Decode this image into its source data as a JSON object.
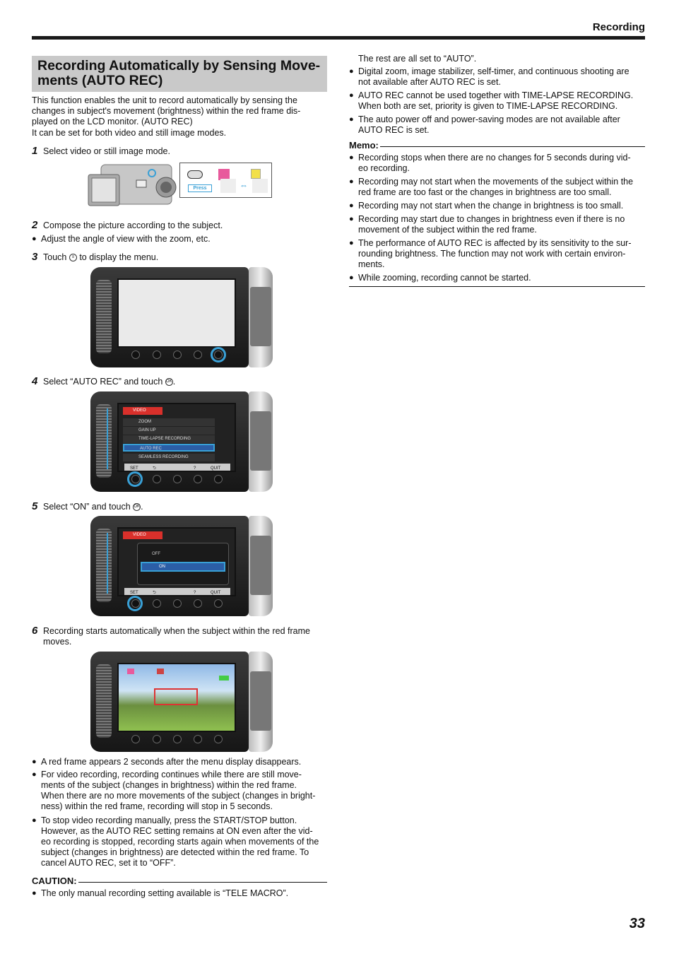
{
  "header": {
    "section": "Recording"
  },
  "page_number": "33",
  "title": "Recording Automatically by Sensing Move-ments (AUTO REC)",
  "title_line1": "Recording Automatically by Sensing Move-",
  "title_line2": "ments (AUTO REC)",
  "intro": [
    "This function enables the unit to record automatically by sensing the",
    "changes in subject's movement (brightness) within the red frame dis-",
    "played on the LCD monitor. (AUTO REC)",
    "It can be set for both video and still image modes."
  ],
  "steps": [
    {
      "num": "1",
      "text": "Select video or still image mode."
    },
    {
      "num": "2",
      "text": "Compose the picture according to the subject."
    },
    {
      "num": "3",
      "text_a": "Touch",
      "icon": "MENU",
      "text_b": "to display the menu."
    },
    {
      "num": "4",
      "text_a": "Select “AUTO REC” and touch",
      "icon": "OK",
      "text_b": "."
    },
    {
      "num": "5",
      "text_a": "Select “ON” and touch",
      "icon": "OK",
      "text_b": "."
    },
    {
      "num": "6",
      "text_l1": "Recording starts automatically when the subject within the red frame",
      "text_l2": "moves."
    }
  ],
  "step2_bullet": "Adjust the angle of view with the zoom, etc.",
  "illustration1": {
    "press_label": "Press"
  },
  "menu_screen": {
    "header": "VIDEO",
    "items": [
      "ZOOM",
      "GAIN UP",
      "TIME-LAPSE RECORDING",
      "AUTO REC",
      "SEAMLESS RECORDING"
    ],
    "bar": [
      "SET",
      "⮌",
      "?",
      "QUIT"
    ]
  },
  "option_screen": {
    "header": "VIDEO",
    "options": [
      "OFF",
      "ON"
    ],
    "bar": [
      "SET",
      "⮌",
      "?",
      "QUIT"
    ]
  },
  "after_bullets": [
    [
      "A red frame appears 2 seconds after the menu display disappears."
    ],
    [
      "For video recording, recording continues while there are still move-",
      "ments of the subject (changes in brightness) within the red frame.",
      "When there are no more movements of the subject (changes in bright-",
      "ness) within the red frame, recording will stop in 5 seconds."
    ],
    [
      "To stop video recording manually, press the START/STOP button.",
      "However, as the AUTO REC setting remains at ON even after the vid-",
      "eo recording is stopped, recording starts again when movements of the",
      "subject (changes in brightness) are detected within the red frame. To",
      "cancel AUTO REC, set it to “OFF”."
    ]
  ],
  "caution": {
    "heading": "CAUTION:",
    "bullet1": "The only manual recording setting available is “TELE MACRO”.",
    "continued": "The rest are all set to “AUTO”.",
    "bullets": [
      [
        "Digital zoom, image stabilizer, self-timer, and continuous shooting are",
        "not available after AUTO REC is set."
      ],
      [
        "AUTO REC cannot be used together with TIME-LAPSE RECORDING.",
        "When both are set, priority is given to TIME-LAPSE RECORDING."
      ],
      [
        "The auto power off and power-saving modes are not available after",
        "AUTO REC is set."
      ]
    ]
  },
  "memo": {
    "heading": "Memo:",
    "bullets": [
      [
        "Recording stops when there are no changes for 5 seconds during vid-",
        "eo recording."
      ],
      [
        "Recording may not start when the movements of the subject within the",
        "red frame are too fast or the changes in brightness are too small."
      ],
      [
        "Recording may not start when the change in brightness is too small."
      ],
      [
        "Recording may start due to changes in brightness even if there is no",
        "movement of the subject within the red frame."
      ],
      [
        "The performance of AUTO REC is affected by its sensitivity to the sur-",
        "rounding brightness. The function may not work with certain environ-",
        "ments."
      ],
      [
        "While zooming, recording cannot be started."
      ]
    ]
  },
  "colors": {
    "accent_blue": "#39a0d6",
    "menu_red": "#d9302b",
    "title_bg": "#c9c9c9"
  }
}
